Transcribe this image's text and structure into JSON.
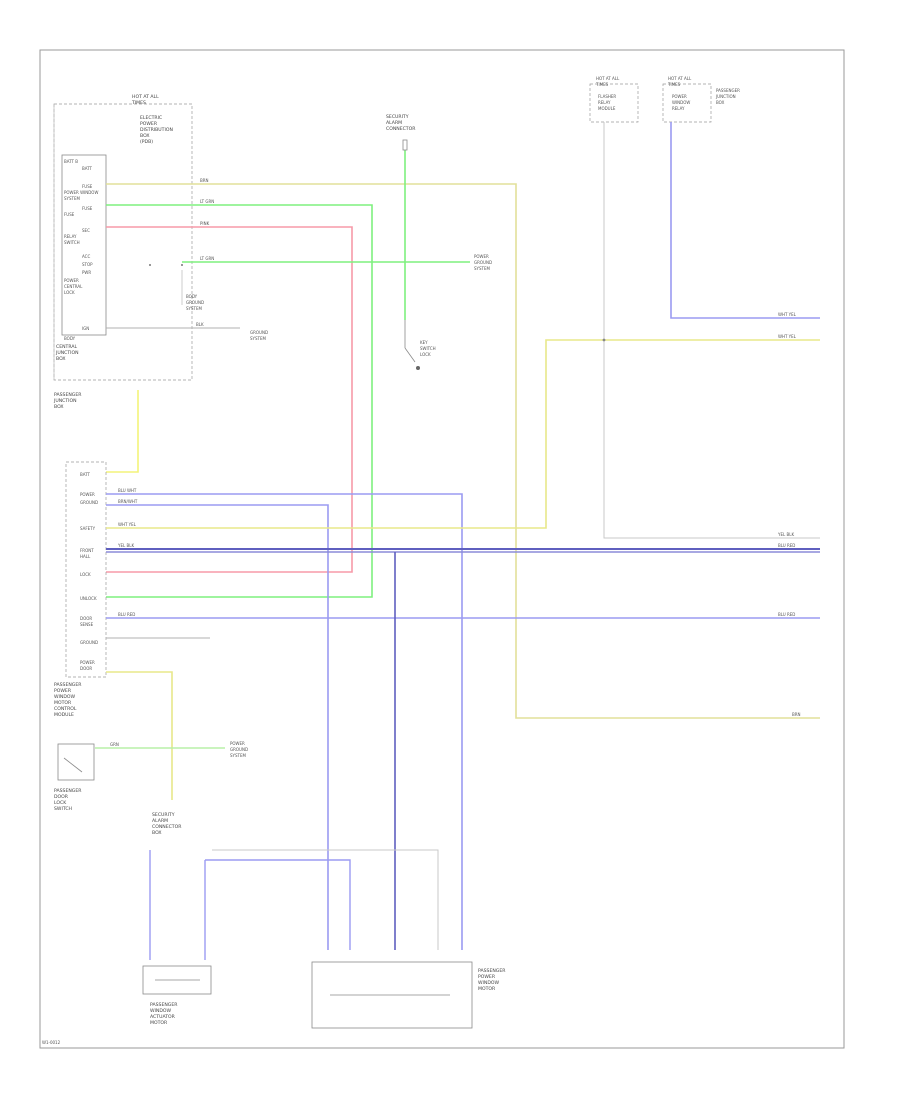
{
  "footer": {
    "code": "W1-0012"
  },
  "colors": {
    "yellow": "#e2e09a",
    "green": "#7ff07f",
    "pink": "#f79aa8",
    "blue": "#9b9bf2",
    "navy": "#5f5fbf",
    "ltgrey": "#c9c9c9"
  },
  "top_box": {
    "header": [
      "HOT AT ALL",
      "TIMES"
    ],
    "title": [
      "ELECTRIC",
      "POWER",
      "DISTRIBUTION",
      "BOX",
      "(PDB)"
    ],
    "pins": [
      "BATT",
      "FUSE",
      "FUSE",
      "SEC",
      "ACC",
      "STOP",
      "PWR",
      "IGN"
    ],
    "left_labels": [
      "BATT B",
      "POWER WINDOW",
      "SYSTEM",
      "FUSE",
      "RELAY",
      "SWITCH",
      "POWER",
      "CENTRAL",
      "LOCK",
      "BODY"
    ],
    "bottom_label": [
      "CENTRAL",
      "JUNCTION",
      "BOX"
    ]
  },
  "junction": {
    "label": [
      "PASSENGER",
      "JUNCTION",
      "BOX"
    ]
  },
  "security": {
    "label": [
      "SECURITY",
      "ALARM",
      "CONNECTOR"
    ]
  },
  "switch_b": {
    "label": [
      "KEY",
      "SWITCH",
      "LOCK"
    ]
  },
  "top_right": {
    "left_header": [
      "HOT AT ALL",
      "TIMES"
    ],
    "left_label": [
      "FLASHER",
      "RELAY",
      "MODULE"
    ],
    "right_header": [
      "HOT AT ALL",
      "TIMES"
    ],
    "right_label": [
      "POWER",
      "WINDOW",
      "RELAY"
    ],
    "far_label": [
      "PASSENGER",
      "JUNCTION",
      "BOX"
    ]
  },
  "module": {
    "pins": [
      "BATT",
      "POWER",
      "GROUND",
      "SAFETY",
      "FRONT",
      "HALL",
      "LOCK",
      "UNLOCK",
      "DOOR",
      "SENSE",
      "GROUND",
      "POWER",
      "DOOR"
    ],
    "label": [
      "PASSENGER",
      "POWER",
      "WINDOW",
      "MOTOR",
      "CONTROL",
      "MODULE"
    ]
  },
  "wires": {
    "w1": "BRN",
    "w2": "LT GRN",
    "w3": "PINK",
    "w4": "LT GRN",
    "w5": "BLK",
    "w6": "BLU WHT",
    "w7": "BRN/WHT",
    "w8": "WHT YEL",
    "w9": "YEL BLK",
    "w10": "BLU RED",
    "w11": "GRN"
  },
  "right_edge": {
    "r1": "WHT YEL",
    "r2": "WHT YEL",
    "r3": "YEL BLK",
    "r4": "BLU RED",
    "r5": "BLU RED",
    "r6": "BRN"
  },
  "notes": {
    "pdb_ground": [
      "BODY",
      "GROUND",
      "SYSTEM"
    ],
    "module_ground": [
      "GROUND",
      "SYSTEM"
    ],
    "ground_a": [
      "POWER",
      "GROUND",
      "SYSTEM"
    ],
    "ground_b": [
      "POWER",
      "GROUND",
      "SYSTEM"
    ]
  },
  "door_switch": {
    "label": [
      "PASSENGER",
      "DOOR",
      "LOCK",
      "SWITCH"
    ]
  },
  "bottom_connector": {
    "label": [
      "SECURITY",
      "ALARM",
      "CONNECTOR",
      "BOX"
    ]
  },
  "lock_actuator": {
    "label": [
      "PASSENGER",
      "WINDOW",
      "ACTUATOR",
      "MOTOR"
    ]
  },
  "window_motor": {
    "label": [
      "PASSENGER",
      "POWER",
      "WINDOW",
      "MOTOR"
    ]
  }
}
